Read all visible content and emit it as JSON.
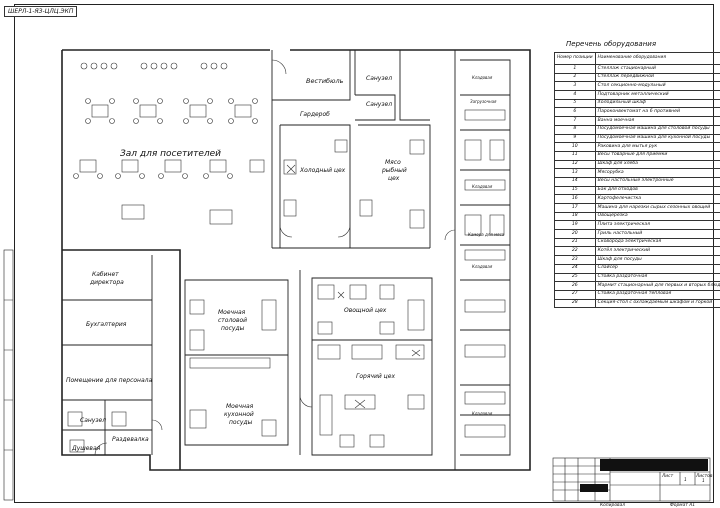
{
  "stamp": "ШЕРЛ-1-ЯЗ-ЦЛЦ.ЭКП",
  "rooms": {
    "hall": "Зал для посетителей",
    "vestibule": "Вестибюль",
    "wc1": "Санузел",
    "wc2": "Санузел",
    "wardrobe": "Гардероб",
    "cold_shop": "Холодный цех",
    "meat_fish_shop_1": "Мясо",
    "meat_fish_shop_2": "рыбный",
    "meat_fish_shop_3": "цех",
    "director_1": "Кабинет",
    "director_2": "директора",
    "accounting": "Бухгалтерия",
    "staff_room": "Помещение для персонала",
    "wc_staff": "Санузел",
    "dressing": "Раздевалка",
    "shower": "Душевая",
    "wash_table_1": "Моечная",
    "wash_table_2": "столовой",
    "wash_table_3": "посуды",
    "wash_kitchen_1": "Моечная",
    "wash_kitchen_2": "кухонной",
    "wash_kitchen_3": "посуды",
    "veg_shop": "Овощной цех",
    "hot_shop": "Горячий цех",
    "loading": "Загрузочная",
    "pantry_1": "Кладовая",
    "pantry_2": "Кладовая",
    "pantry_3": "Кладовая",
    "storeroom": "Кладовая",
    "meat_store": "Камера для мяса"
  },
  "legend": {
    "title": "Перечень оборудования",
    "col_num": "Номер позиции",
    "col_name": "Наименование оборудования",
    "items": [
      {
        "n": "1",
        "name": "Стеллаж стационарный"
      },
      {
        "n": "2",
        "name": "Стеллаж передвижной"
      },
      {
        "n": "3",
        "name": "Стол секционно-модульный"
      },
      {
        "n": "4",
        "name": "Подтоварник металлический"
      },
      {
        "n": "5",
        "name": "Холодильный шкаф"
      },
      {
        "n": "6",
        "name": "Пароконвектомат на 6 противней"
      },
      {
        "n": "7",
        "name": "Ванна моечная"
      },
      {
        "n": "8",
        "name": "Посудомоечная машина для столовой посуды"
      },
      {
        "n": "9",
        "name": "Посудомоечная машина для кухонной посуды"
      },
      {
        "n": "10",
        "name": "Раковина для мытья рук"
      },
      {
        "n": "11",
        "name": "Весы товарные для приёмки"
      },
      {
        "n": "12",
        "name": "Шкаф для хлеба"
      },
      {
        "n": "13",
        "name": "Мясорубка"
      },
      {
        "n": "14",
        "name": "Весы настольные электронные"
      },
      {
        "n": "15",
        "name": "Бак для отходов"
      },
      {
        "n": "16",
        "name": "Картофелечистка"
      },
      {
        "n": "17",
        "name": "Машина для нарезки сырых сезонных овощей"
      },
      {
        "n": "18",
        "name": "Овощерезка"
      },
      {
        "n": "19",
        "name": "Плита электрическая"
      },
      {
        "n": "20",
        "name": "Гриль настольный"
      },
      {
        "n": "21",
        "name": "Сковорода электрическая"
      },
      {
        "n": "22",
        "name": "Котёл электрический"
      },
      {
        "n": "23",
        "name": "Шкаф для посуды"
      },
      {
        "n": "24",
        "name": "Слайсер"
      },
      {
        "n": "25",
        "name": "Стойка раздаточная"
      },
      {
        "n": "26",
        "name": "Мармит стационарный для первых и вторых блюд"
      },
      {
        "n": "27",
        "name": "Стойка раздаточная тепловая"
      },
      {
        "n": "28",
        "name": "Секция-стол с охлаждаемым шкафом и горкой"
      }
    ]
  },
  "title_block": {
    "sheet": "Лист",
    "sheet_no": "1",
    "sheets": "Листов",
    "sheets_no": "1",
    "caption": "Формат А1",
    "copied": "Копировал"
  },
  "colors": {
    "ink": "#222222",
    "paper": "#ffffff",
    "redaction": "#111111"
  }
}
